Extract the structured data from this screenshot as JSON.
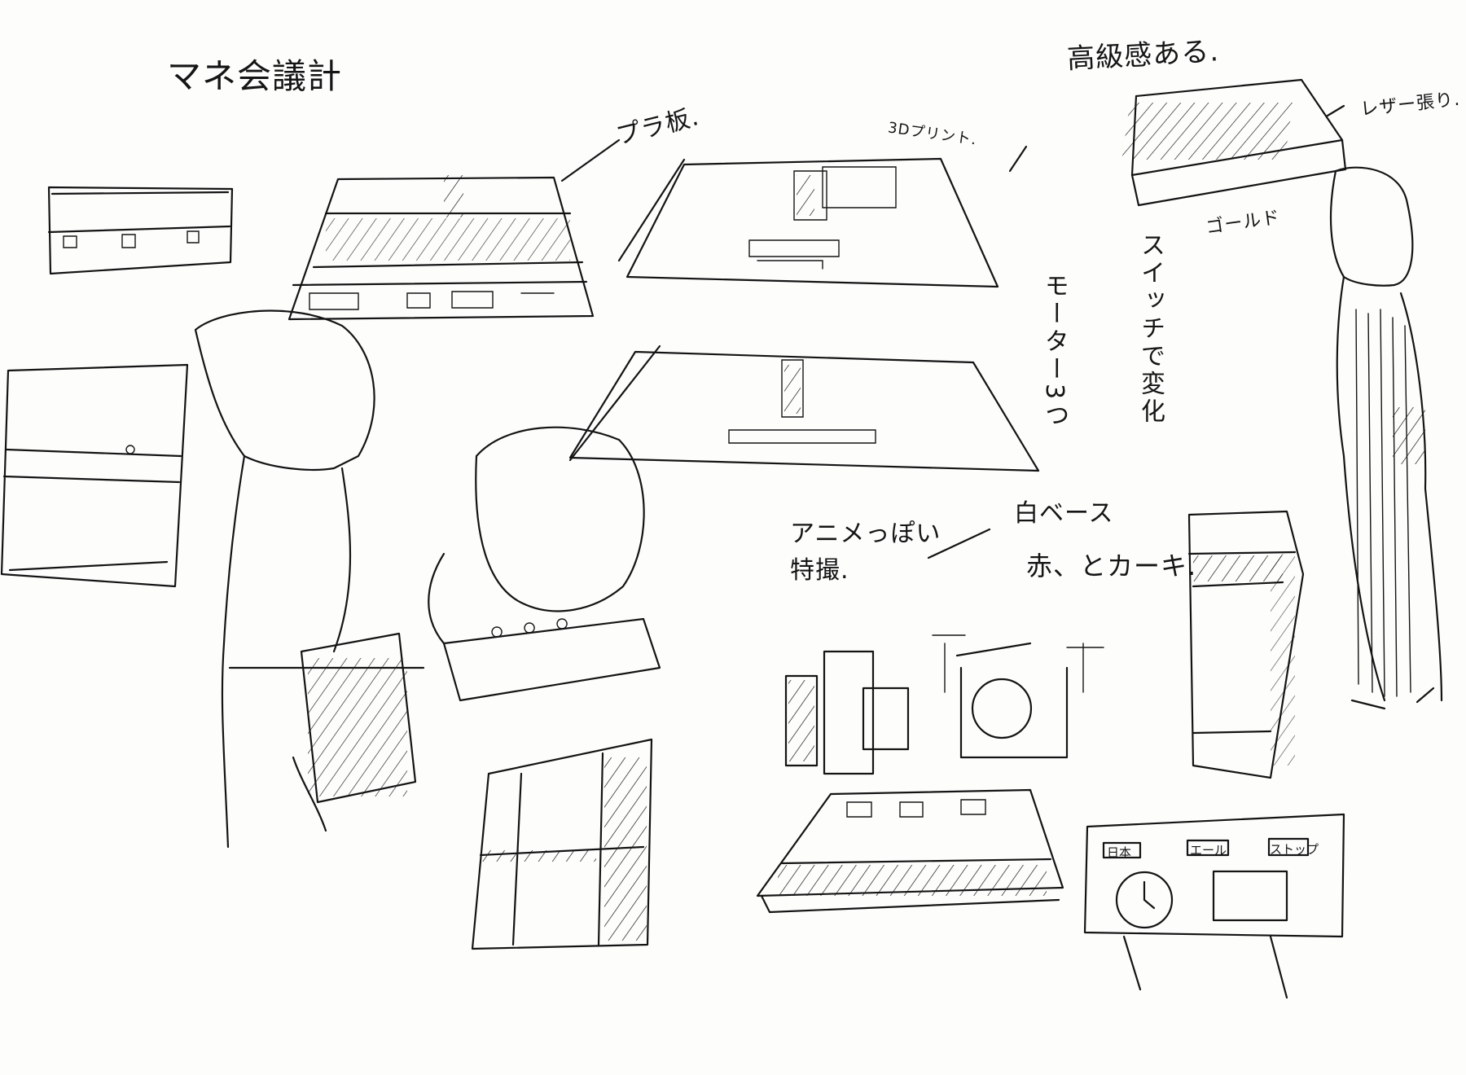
{
  "notes": {
    "title": "マネ会議計",
    "pura_ita": "プラ板.",
    "print_3d": "3Dプリント.",
    "high_class": "高級感ある.",
    "leather": "レザー張り.",
    "gold": "ゴールド",
    "switch_change": "スイッチで変化",
    "motor": "モーター3つ",
    "anime_ppoi": "アニメっぽい",
    "tokusatsu": "特撮.",
    "white_base": "白ベース",
    "red_khaki": "赤、とカーキ.",
    "label_1": "日本",
    "label_2": "エール",
    "label_3": "ストップ"
  },
  "colors": {
    "ink": "#141414",
    "paper": "#fdfdfc",
    "accent": "#7a1f1f"
  }
}
